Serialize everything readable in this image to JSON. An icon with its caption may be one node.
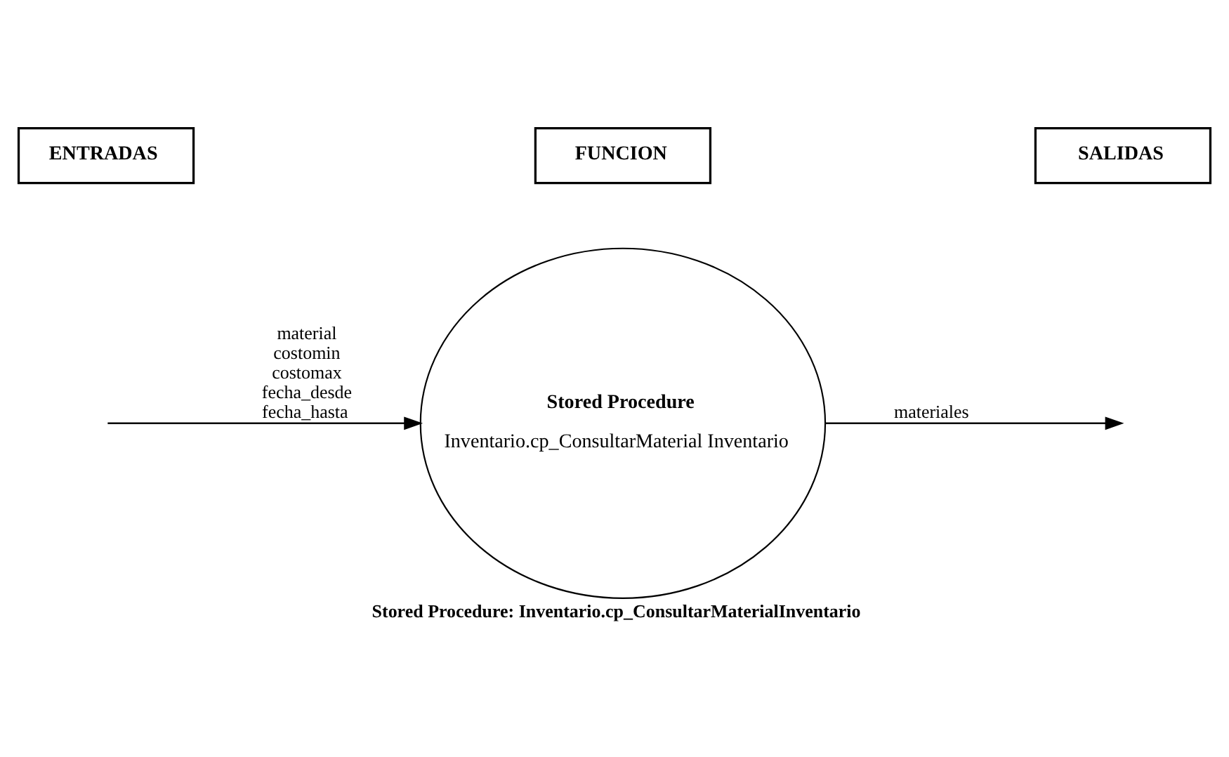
{
  "diagram": {
    "caption": "Stored Procedure: Inventario.cp_ConsultarMaterialInventario",
    "nodes": [
      {
        "text": [
          "ENTRADAS"
        ]
      },
      {
        "text": [
          "FUNCION"
        ]
      },
      {
        "text": [
          "SALIDAS"
        ]
      },
      {
        "text": [
          "Stored Procedure",
          "Inventario.cp_ConsultarMaterial Inventario"
        ]
      }
    ],
    "edges": [
      {
        "from": null,
        "to": 3,
        "arrow": "to",
        "label": "material costomin costomax fecha_desde fecha_hasta"
      },
      {
        "from": 3,
        "to": null,
        "arrow": "to",
        "label": "materiales"
      }
    ]
  }
}
